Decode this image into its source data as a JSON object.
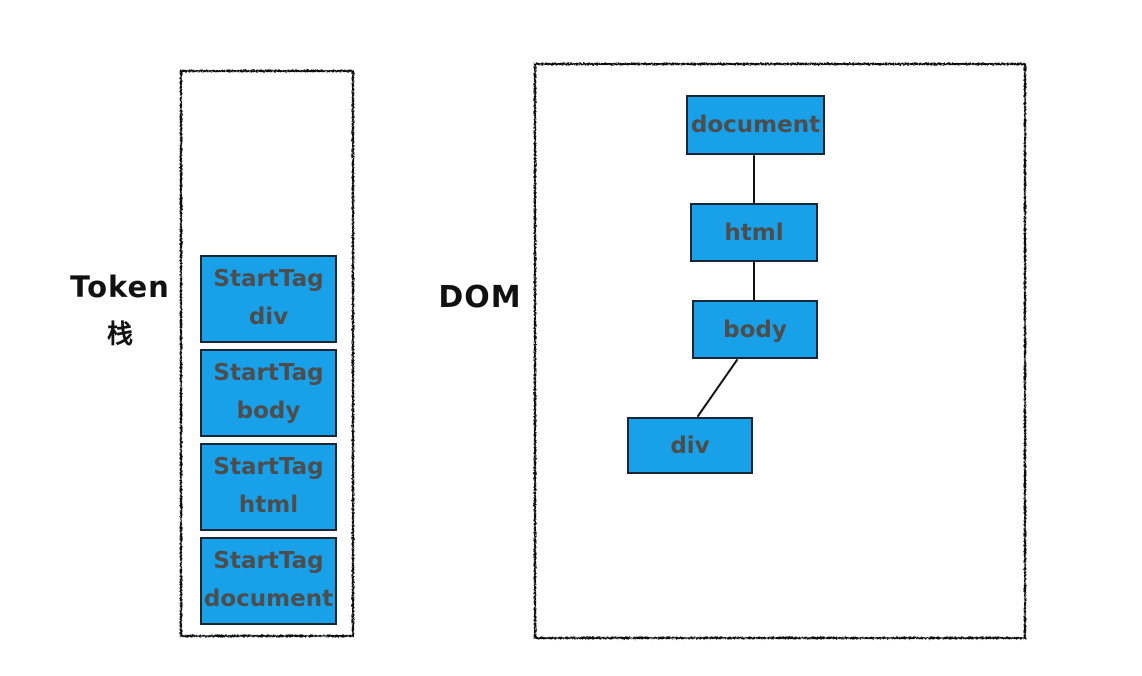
{
  "diagram": {
    "left_panel": {
      "label_line1": "Token",
      "label_line2": "栈",
      "stack_items": [
        {
          "line1": "StartTag",
          "line2": "div"
        },
        {
          "line1": "StartTag",
          "line2": "body"
        },
        {
          "line1": "StartTag",
          "line2": "html"
        },
        {
          "line1": "StartTag",
          "line2": "document"
        }
      ]
    },
    "right_panel": {
      "label": "DOM",
      "nodes": [
        {
          "label": "document"
        },
        {
          "label": "html"
        },
        {
          "label": "body"
        },
        {
          "label": "div"
        }
      ],
      "edges": [
        {
          "from": "document",
          "to": "html"
        },
        {
          "from": "html",
          "to": "body"
        },
        {
          "from": "body",
          "to": "div"
        }
      ]
    }
  },
  "colors": {
    "background": "#ffffff",
    "node_fill": "#18a1e8",
    "node_border": "#1a2633",
    "node_text": "#4d4d4d",
    "outline": "#111111",
    "label_text": "#111111",
    "connector": "#111111"
  }
}
